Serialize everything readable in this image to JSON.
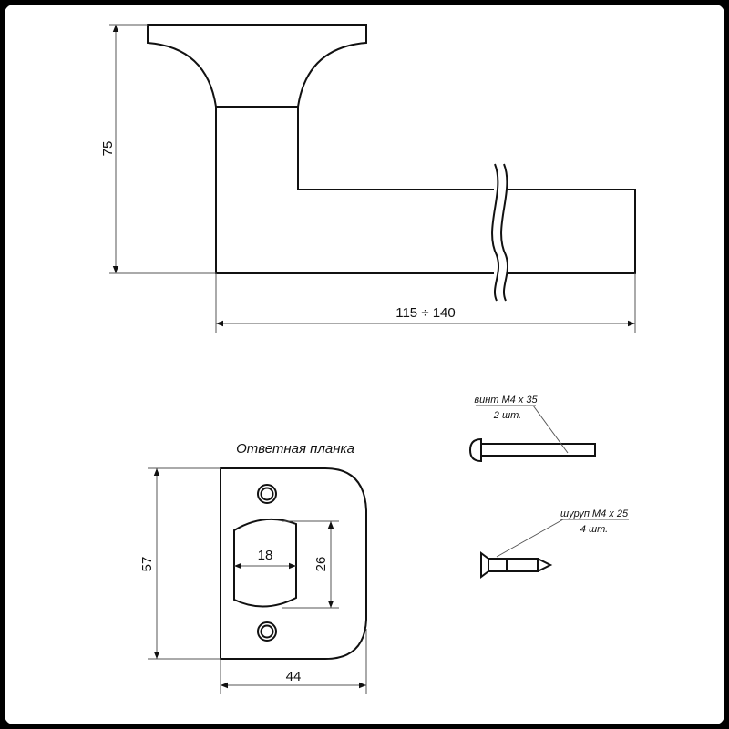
{
  "handle": {
    "height_dim": "75",
    "length_dim": "115 ÷ 140"
  },
  "strike_plate": {
    "title": "Ответная планка",
    "height_dim": "57",
    "width_dim": "44",
    "slot_width_dim": "18",
    "slot_height_dim": "26"
  },
  "screws": [
    {
      "label": "винт M4 x 35",
      "qty": "2 шт."
    },
    {
      "label": "шуруп M4 x 25",
      "qty": "4 шт."
    }
  ]
}
